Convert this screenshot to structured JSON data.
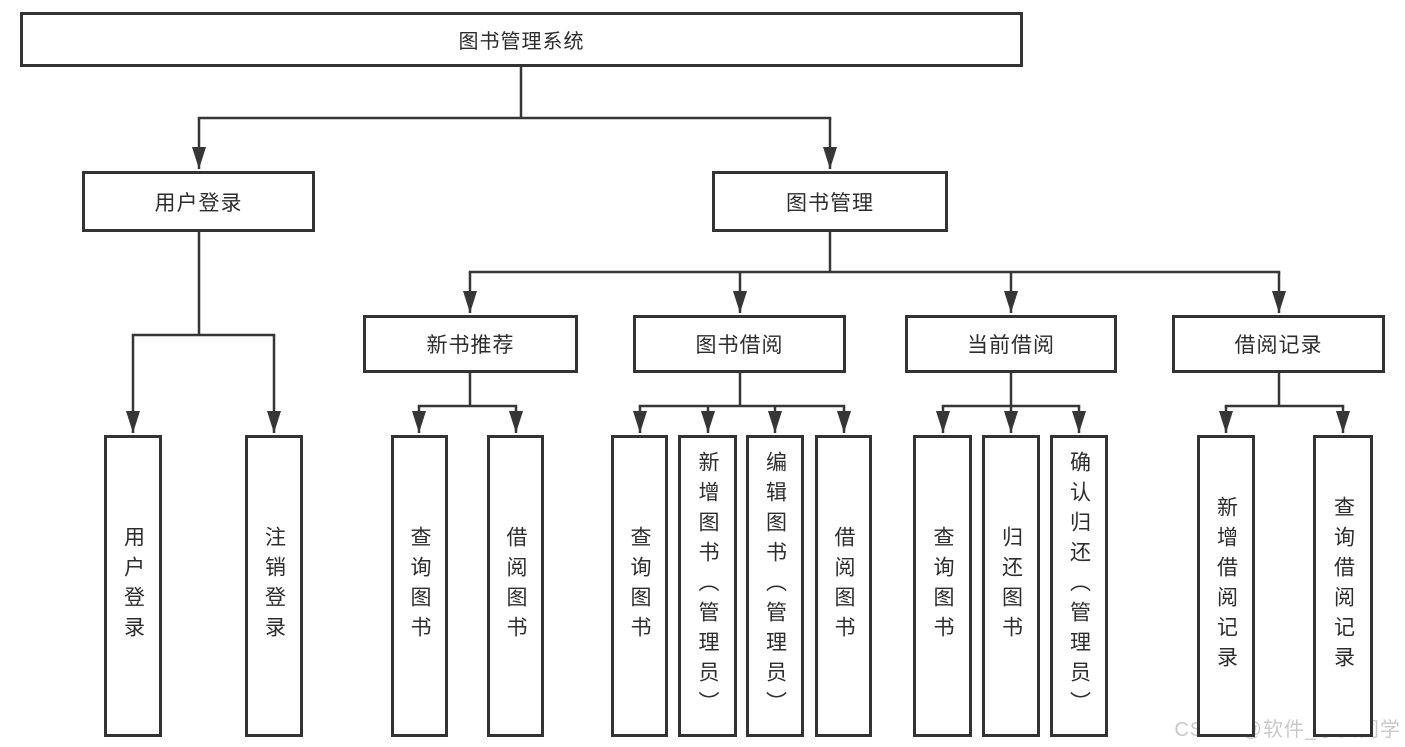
{
  "diagram": {
    "root": {
      "label": "图书管理系统"
    },
    "branches": [
      {
        "label": "用户登录",
        "children": [
          {
            "label": "用户登录"
          },
          {
            "label": "注销登录"
          }
        ]
      },
      {
        "label": "图书管理",
        "children": [
          {
            "label": "新书推荐",
            "children": [
              {
                "label": "查询图书"
              },
              {
                "label": "借阅图书"
              }
            ]
          },
          {
            "label": "图书借阅",
            "children": [
              {
                "label": "查询图书"
              },
              {
                "label": "新增图书（管理员）"
              },
              {
                "label": "编辑图书（管理员）"
              },
              {
                "label": "借阅图书"
              }
            ]
          },
          {
            "label": "当前借阅",
            "children": [
              {
                "label": "查询图书"
              },
              {
                "label": "归还图书"
              },
              {
                "label": "确认归还（管理员）"
              }
            ]
          },
          {
            "label": "借阅记录",
            "children": [
              {
                "label": "新增借阅记录"
              },
              {
                "label": "查询借阅记录"
              }
            ]
          }
        ]
      }
    ]
  },
  "watermark": "CSDN @软件_小贺同学",
  "colors": {
    "line": "#363636",
    "box_border": "#333333",
    "text": "#2d2d2d",
    "watermark": "#c9c9c9",
    "background": "#ffffff"
  }
}
